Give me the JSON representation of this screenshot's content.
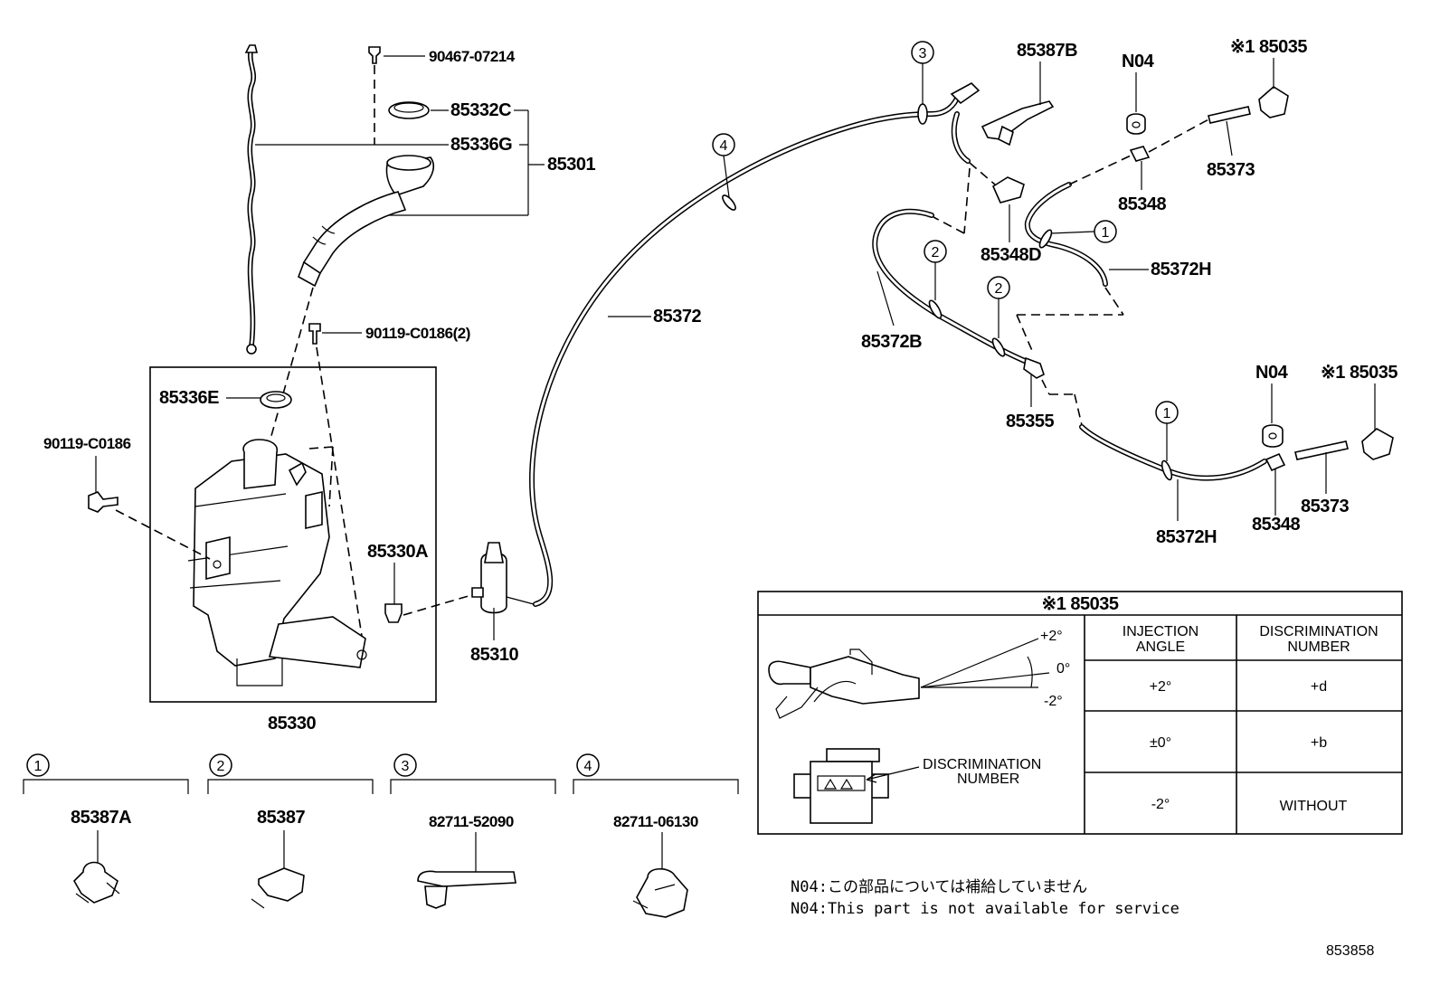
{
  "callouts": {
    "p90467": "90467-07214",
    "p85332C": "85332C",
    "p85336G": "85336G",
    "p85301": "85301",
    "p90119_2": "90119-C0186(2)",
    "p85336E": "85336E",
    "p90119": "90119-C0186",
    "p85330A": "85330A",
    "p85310": "85310",
    "p85330": "85330",
    "p85372": "85372",
    "p85387B": "85387B",
    "p85348D": "85348D",
    "p85372B": "85372B",
    "p85355": "85355",
    "p85372H_a": "85372H",
    "p85372H_b": "85372H",
    "p85348_a": "85348",
    "p85348_b": "85348",
    "p85373_a": "85373",
    "p85373_b": "85373",
    "p85035_a": "※1 85035",
    "p85035_b": "※1 85035",
    "n04_a": "N04",
    "n04_b": "N04"
  },
  "circle_refs": {
    "c1_a": "1",
    "c1_b": "1",
    "c2_a": "2",
    "c2_b": "2",
    "c3": "3",
    "c4": "4"
  },
  "clips": [
    {
      "num": "1",
      "part": "85387A"
    },
    {
      "num": "2",
      "part": "85387"
    },
    {
      "num": "3",
      "part": "82711-52090"
    },
    {
      "num": "4",
      "part": "82711-06130"
    }
  ],
  "table": {
    "title": "※1 85035",
    "col_injection": [
      "INJECTION",
      "ANGLE"
    ],
    "col_discrimination": [
      "DISCRIMINATION",
      "NUMBER"
    ],
    "rows": [
      {
        "angle": "+2°",
        "number": "+d"
      },
      {
        "angle": "±0°",
        "number": "+b"
      },
      {
        "angle": "-2°",
        "number": "WITHOUT"
      }
    ],
    "angle_plus": "+2°",
    "angle_zero": "0°",
    "angle_minus": "-2°",
    "disc_label": [
      "DISCRIMINATION",
      "NUMBER"
    ]
  },
  "notes": {
    "jp": "N04:この部品については補給していません",
    "en": "N04:This part is not available for service"
  },
  "diagram_id": "853858"
}
